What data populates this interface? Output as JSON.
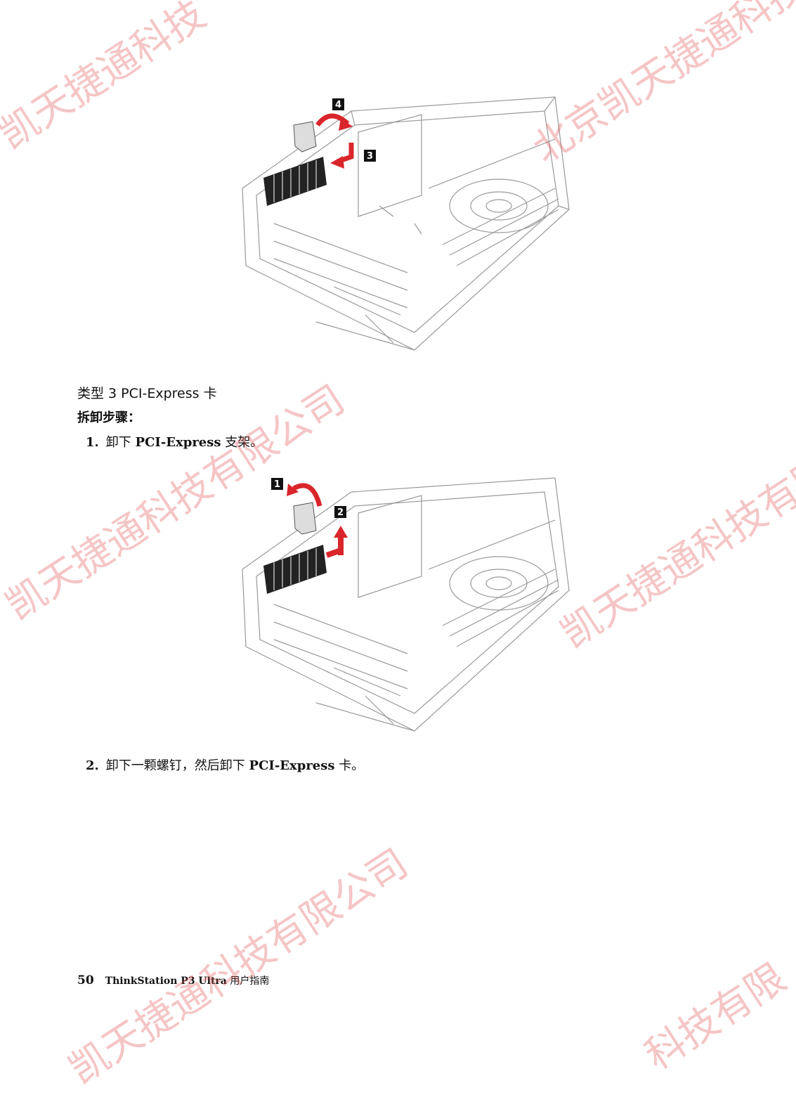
{
  "section": {
    "subtitle": "类型 3 PCI-Express 卡",
    "heading": "拆卸步骤：",
    "steps": [
      {
        "num": "1.",
        "pre": "卸下 ",
        "bold": "PCI-Express",
        "post": " 支架。"
      },
      {
        "num": "2.",
        "pre": "卸下一颗螺钉，然后卸下 ",
        "bold": "PCI-Express",
        "post": " 卡。"
      }
    ]
  },
  "figures": {
    "fig1_callouts": [
      "4",
      "3"
    ],
    "fig2_callouts": [
      "1",
      "2"
    ]
  },
  "footer": {
    "page_number": "50",
    "title": "ThinkStation P3 Ultra",
    "suffix": "用户指南"
  },
  "watermark": {
    "text_full": "北京凯天捷通科技有限公司",
    "text_a": "凯天捷通科技",
    "text_b": "北京凯天捷通科技",
    "text_c": "凯天捷通科技有限公司",
    "text_d": "科技有限",
    "color": "#e05050"
  },
  "colors": {
    "arrow": "#d9262b",
    "badge": "#111111"
  }
}
